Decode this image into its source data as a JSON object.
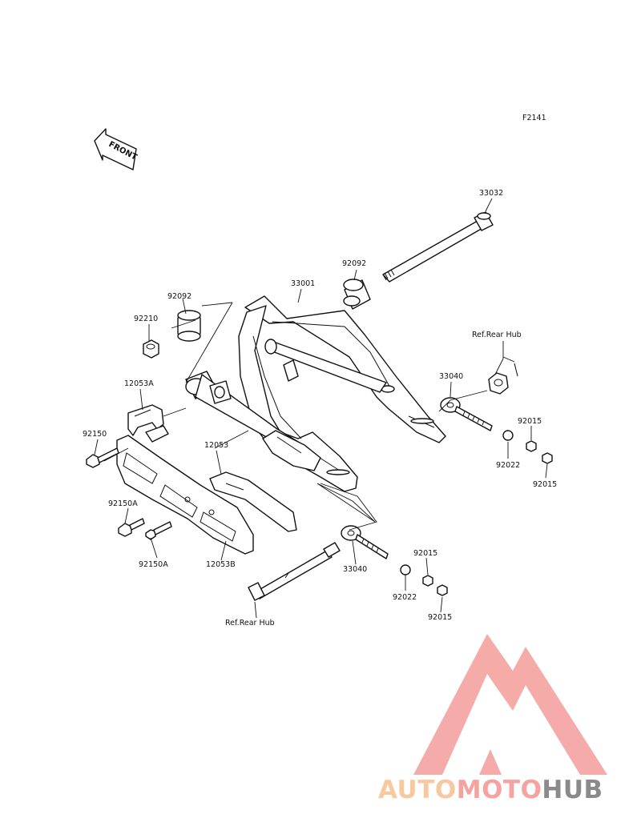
{
  "figure_code": "F2141",
  "front_marker": "FRONT",
  "parts": {
    "swingarm": "33001",
    "pivot_shaft": "33032",
    "bushing_right": "92092",
    "bushing_left": "92092",
    "nut_pivot": "92210",
    "chain_guide_cover": "12053A",
    "bolt_92150": "92150",
    "chain_slider": "12053",
    "bolt_92150a_upper": "92150A",
    "bolt_92150a_lower": "92150A",
    "chain_guide_plate": "12053B",
    "adjuster_right": "33040",
    "adjuster_left": "33040",
    "washer_right": "92022",
    "washer_left": "92022",
    "nut_right_upper": "92015",
    "nut_right_lower": "92015",
    "nut_left_upper": "92015",
    "nut_left_lower": "92015"
  },
  "references": {
    "rear_hub_right": "Ref.Rear Hub",
    "rear_hub_left": "Ref.Rear Hub"
  },
  "watermark": {
    "word_part1": "AUTO",
    "word_part2": "MOTO",
    "word_part3": "HUB",
    "color_orange": "#f6c9a0",
    "color_pink": "#f4a3a0",
    "color_gray": "#8a8a8a"
  }
}
